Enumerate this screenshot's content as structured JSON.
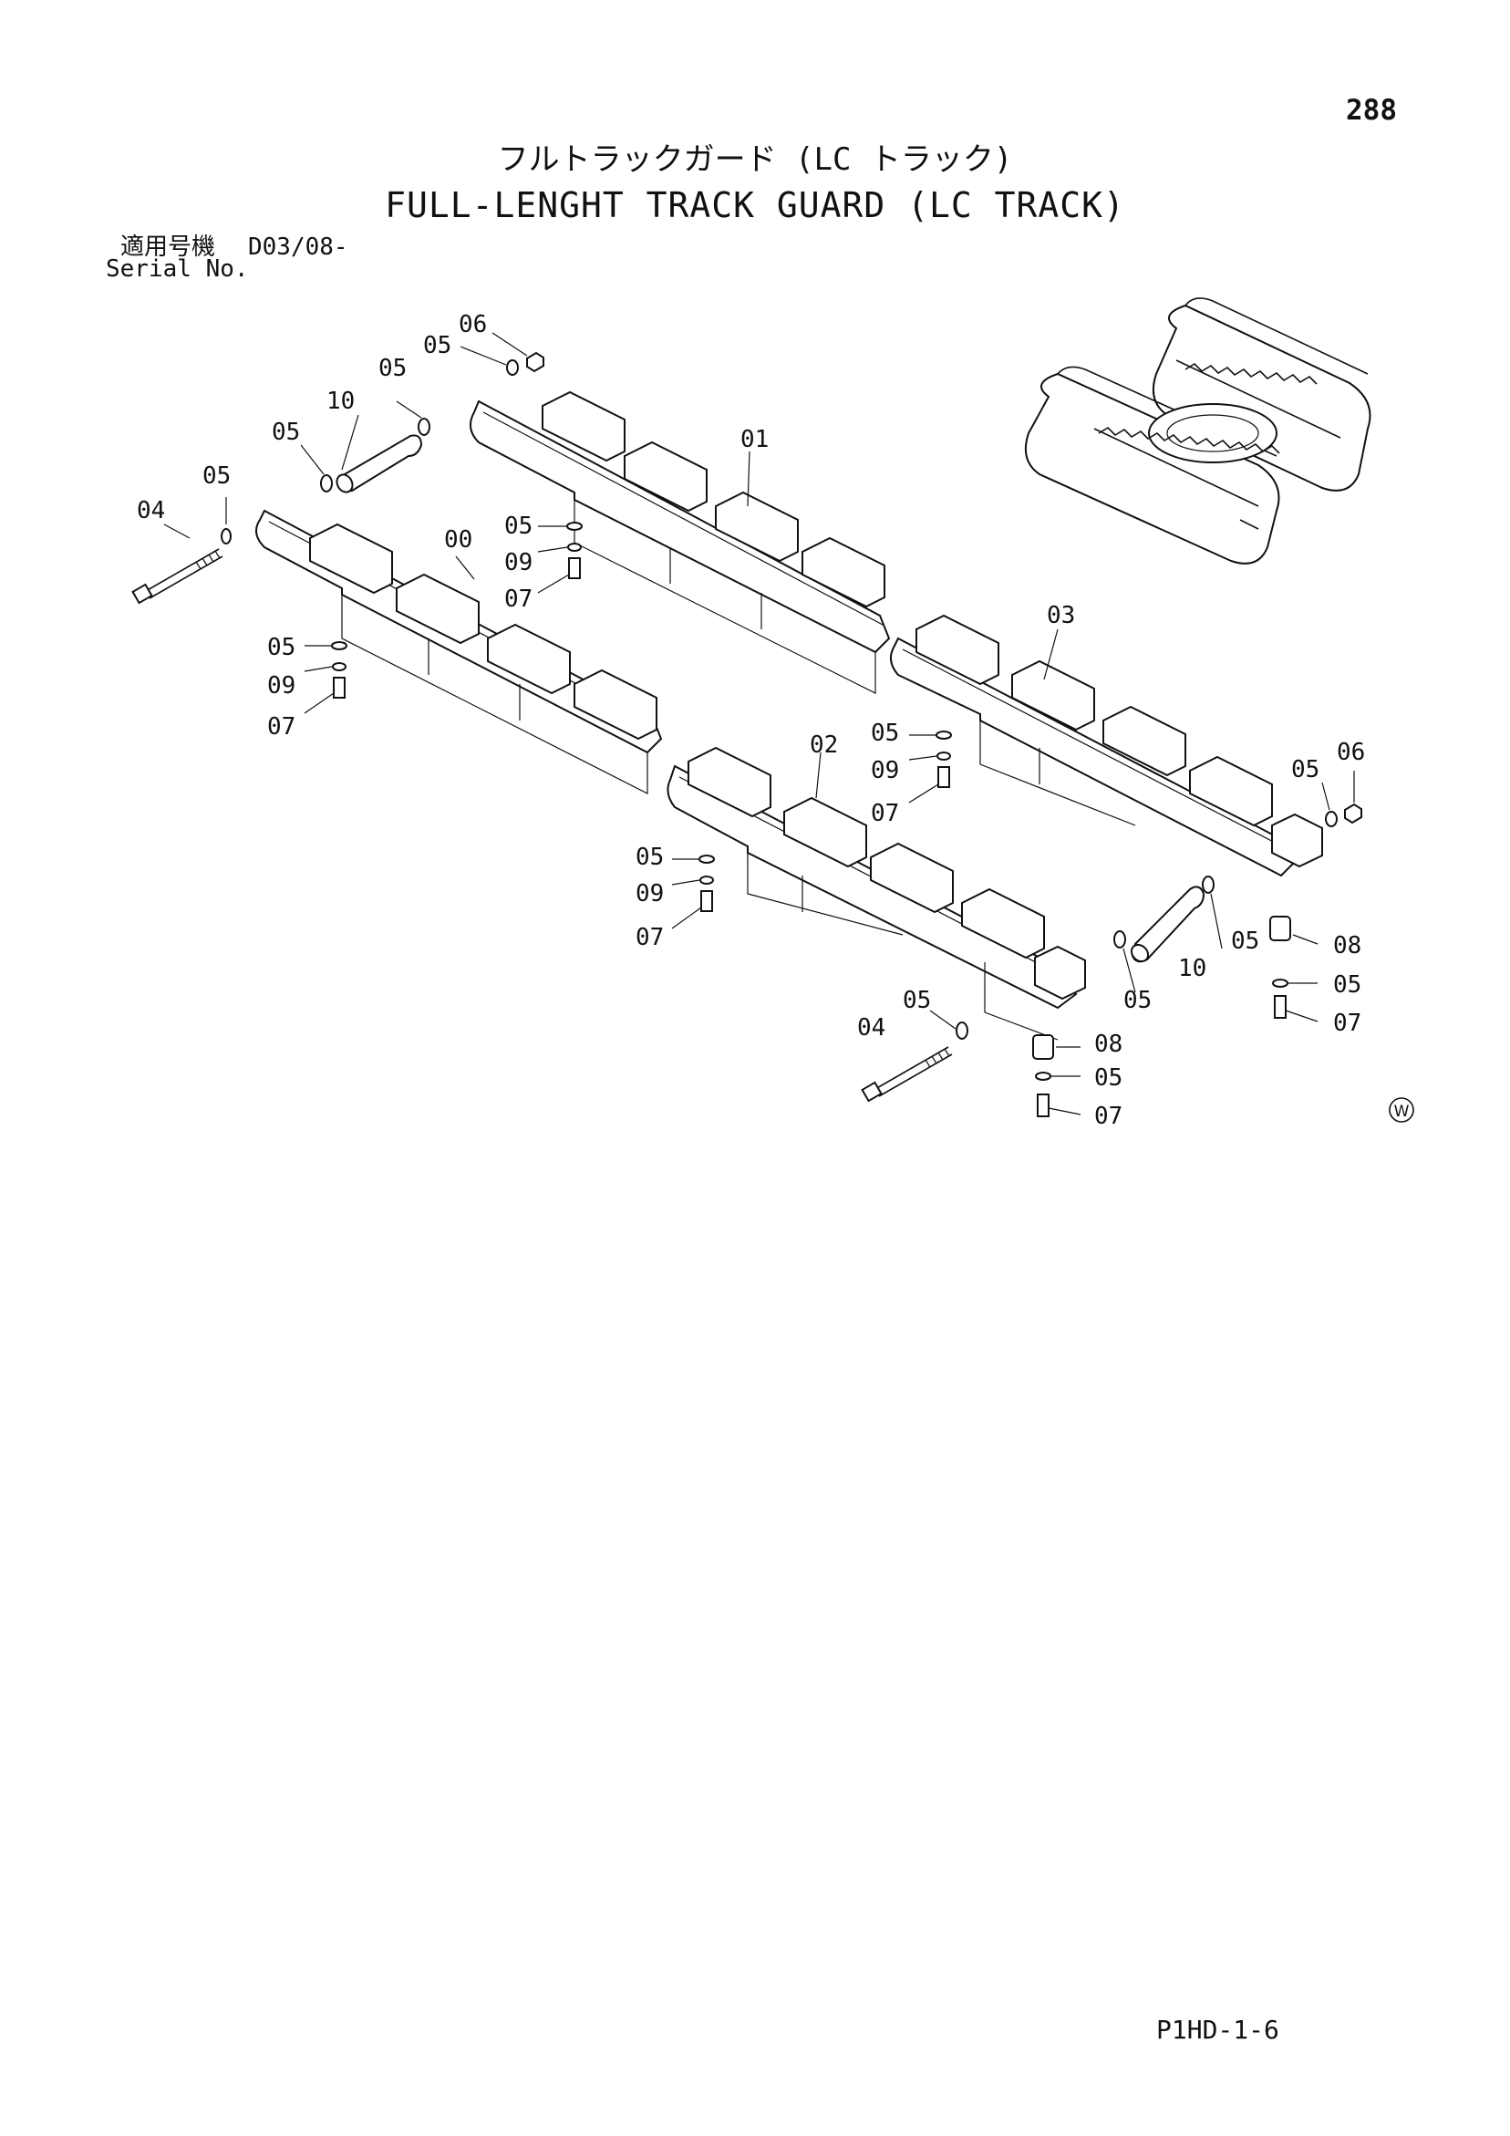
{
  "header": {
    "page_number": "288",
    "title_jp": "フルトラックガード (LC トラック)",
    "title_en": "FULL-LENGHT TRACK GUARD (LC TRACK)",
    "serial_label_jp": "適用号機",
    "serial_label_en": "Serial No.",
    "serial_value": "D03/08-"
  },
  "footer": {
    "code": "P1HD-1-6",
    "stamp": "W"
  },
  "callouts": {
    "c00": "00",
    "c01": "01",
    "c02": "02",
    "c03": "03",
    "c04a": "04",
    "c04b": "04",
    "c05a": "05",
    "c05b": "05",
    "c05c": "05",
    "c05d": "05",
    "c05e": "05",
    "c05f": "05",
    "c05g": "05",
    "c05h": "05",
    "c05i": "05",
    "c05j": "05",
    "c05k": "05",
    "c05l": "05",
    "c05m": "05",
    "c06a": "06",
    "c06b": "06",
    "c07a": "07",
    "c07b": "07",
    "c07c": "07",
    "c07d": "07",
    "c07e": "07",
    "c07f": "07",
    "c08a": "08",
    "c08b": "08",
    "c09a": "09",
    "c09b": "09",
    "c09c": "09",
    "c09d": "09",
    "c10a": "10",
    "c10b": "10"
  }
}
